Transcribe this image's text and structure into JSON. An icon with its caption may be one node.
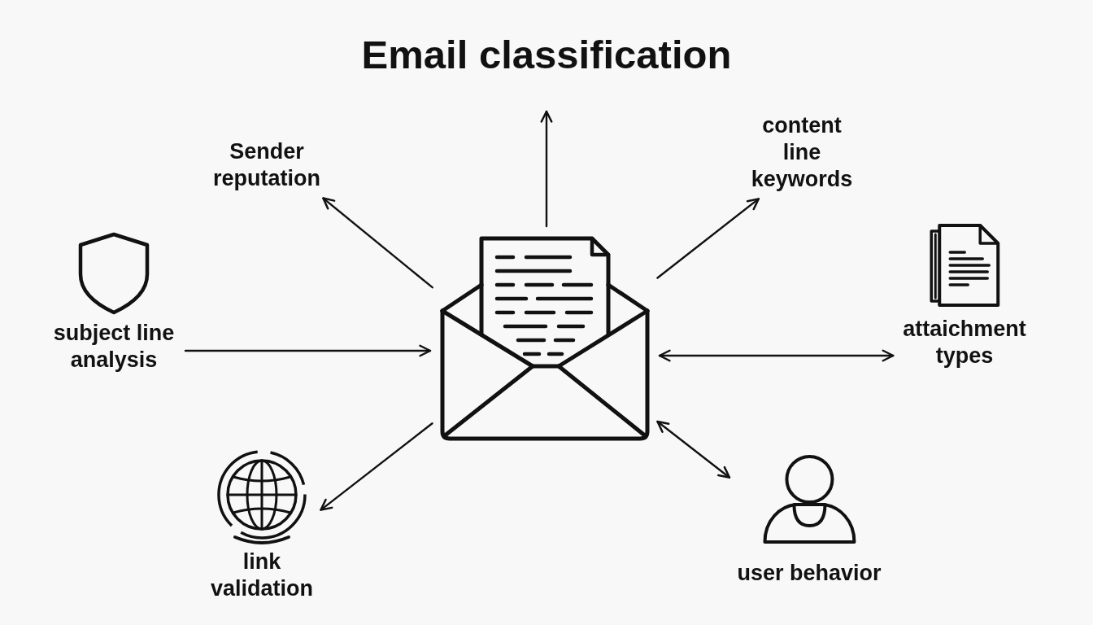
{
  "diagram": {
    "title": "Email classification",
    "nodes": [
      {
        "text": [
          "Sender reputation"
        ]
      },
      {
        "text": [
          "content line keywords"
        ]
      },
      {
        "text": [
          "subject line analysis"
        ]
      },
      {
        "text": [],
        "shape": "picture"
      },
      {
        "text": [
          "attaichment types"
        ]
      },
      {
        "text": [
          "link validation"
        ]
      },
      {
        "text": [
          "user behavior"
        ]
      }
    ],
    "edges": [
      {
        "from": 3,
        "to": 0,
        "arrow": "to"
      },
      {
        "from": 3,
        "to": null,
        "arrow": "to"
      },
      {
        "from": 3,
        "to": 1,
        "arrow": "to"
      },
      {
        "from": 2,
        "to": 3,
        "arrow": "to"
      },
      {
        "from": 3,
        "to": 4,
        "arrow": "both"
      },
      {
        "from": 3,
        "to": 5,
        "arrow": "to"
      },
      {
        "from": 3,
        "to": 6,
        "arrow": "both"
      }
    ]
  }
}
